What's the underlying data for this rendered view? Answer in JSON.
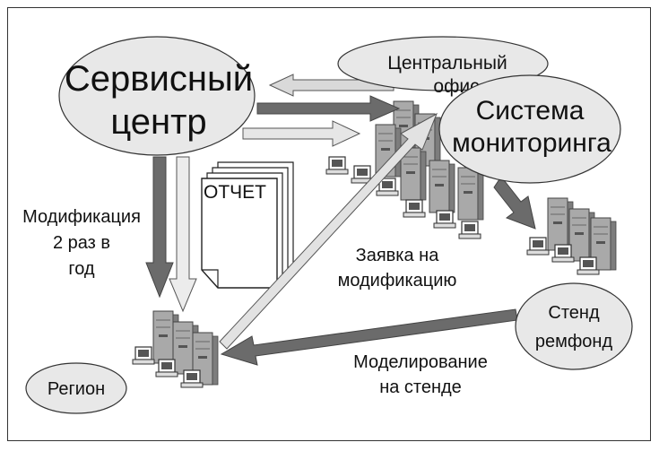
{
  "nodes": {
    "service_center": {
      "line1": "Сервисный",
      "line2": "центр"
    },
    "central_office": {
      "line1": "Центральный",
      "line2": "офис"
    },
    "monitoring_system": {
      "line1": "Система",
      "line2": "мониторинга"
    },
    "region": {
      "label": "Регион"
    },
    "repair_stand": {
      "line1": "Стенд",
      "line2": "ремфонд"
    },
    "report": {
      "label": "ОТЧЕТ"
    }
  },
  "edge_labels": {
    "modification": {
      "line1": "Модификация",
      "line2": "2 раз в",
      "line3": "год"
    },
    "request": {
      "line1": "Заявка на",
      "line2": "модификацию"
    },
    "modeling": {
      "line1": "Моделирование",
      "line2": "на стенде"
    }
  },
  "colors": {
    "ellipse_fill": "#e8e8e8",
    "arrow_dark": "#6b6b6b",
    "arrow_light": "#d9d9d9",
    "server_gray": "#a9a9a9"
  }
}
